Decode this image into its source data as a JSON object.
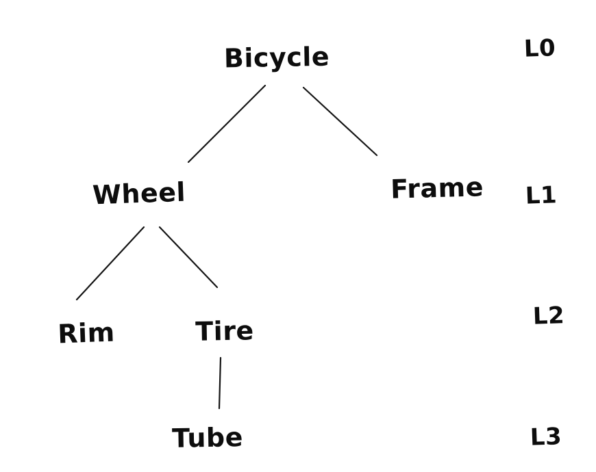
{
  "figure": {
    "background_color": "#ffffff",
    "ink_color": "#141414"
  },
  "tree": {
    "nodes": [
      {
        "id": "bicycle",
        "label": "Bicycle",
        "level": 0,
        "parent": null
      },
      {
        "id": "wheel",
        "label": "Wheel",
        "level": 1,
        "parent": "bicycle"
      },
      {
        "id": "frame",
        "label": "Frame",
        "level": 1,
        "parent": "bicycle"
      },
      {
        "id": "rim",
        "label": "Rim",
        "level": 2,
        "parent": "wheel"
      },
      {
        "id": "tire",
        "label": "Tire",
        "level": 2,
        "parent": "wheel"
      },
      {
        "id": "tube",
        "label": "Tube",
        "level": 3,
        "parent": "tire"
      }
    ],
    "edges": [
      {
        "from": "bicycle",
        "to": "wheel"
      },
      {
        "from": "bicycle",
        "to": "frame"
      },
      {
        "from": "wheel",
        "to": "rim"
      },
      {
        "from": "wheel",
        "to": "tire"
      },
      {
        "from": "tire",
        "to": "tube"
      }
    ],
    "level_labels": [
      "L0",
      "L1",
      "L2",
      "L3"
    ]
  }
}
